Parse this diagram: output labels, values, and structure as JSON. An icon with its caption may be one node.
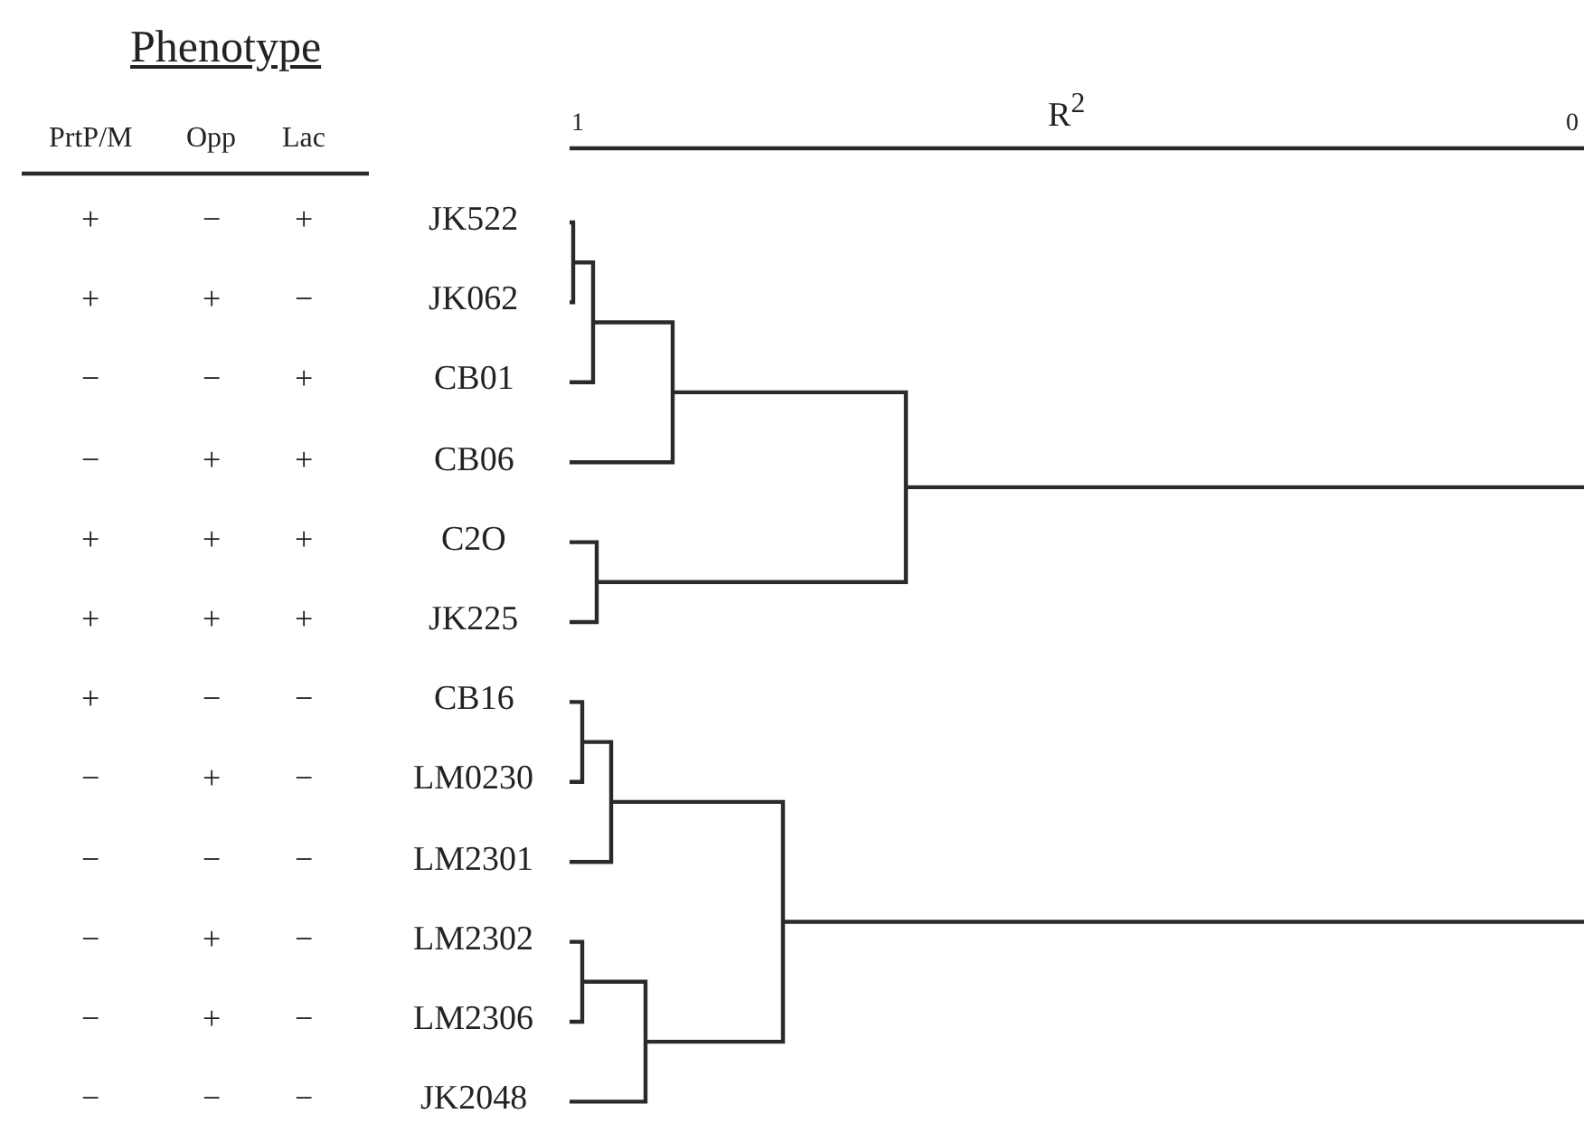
{
  "diagram": {
    "title": "Phenotype",
    "labels": [
      "PrtP/M",
      "Opp",
      "Lac",
      "+",
      "−",
      "+",
      "JK522",
      "+",
      "+",
      "−",
      "JK062",
      "−",
      "−",
      "+",
      "CB01",
      "−",
      "+",
      "+",
      "CB06",
      "+",
      "+",
      "+",
      "C2O",
      "+",
      "+",
      "+",
      "JK225",
      "+",
      "−",
      "−",
      "CB16",
      "−",
      "+",
      "−",
      "LM0230",
      "−",
      "−",
      "−",
      "LM2301",
      "−",
      "+",
      "−",
      "LM2302",
      "−",
      "+",
      "−",
      "LM2306",
      "−",
      "−",
      "−",
      "JK2048",
      "1",
      "R$^{2}$",
      "0"
    ]
  }
}
